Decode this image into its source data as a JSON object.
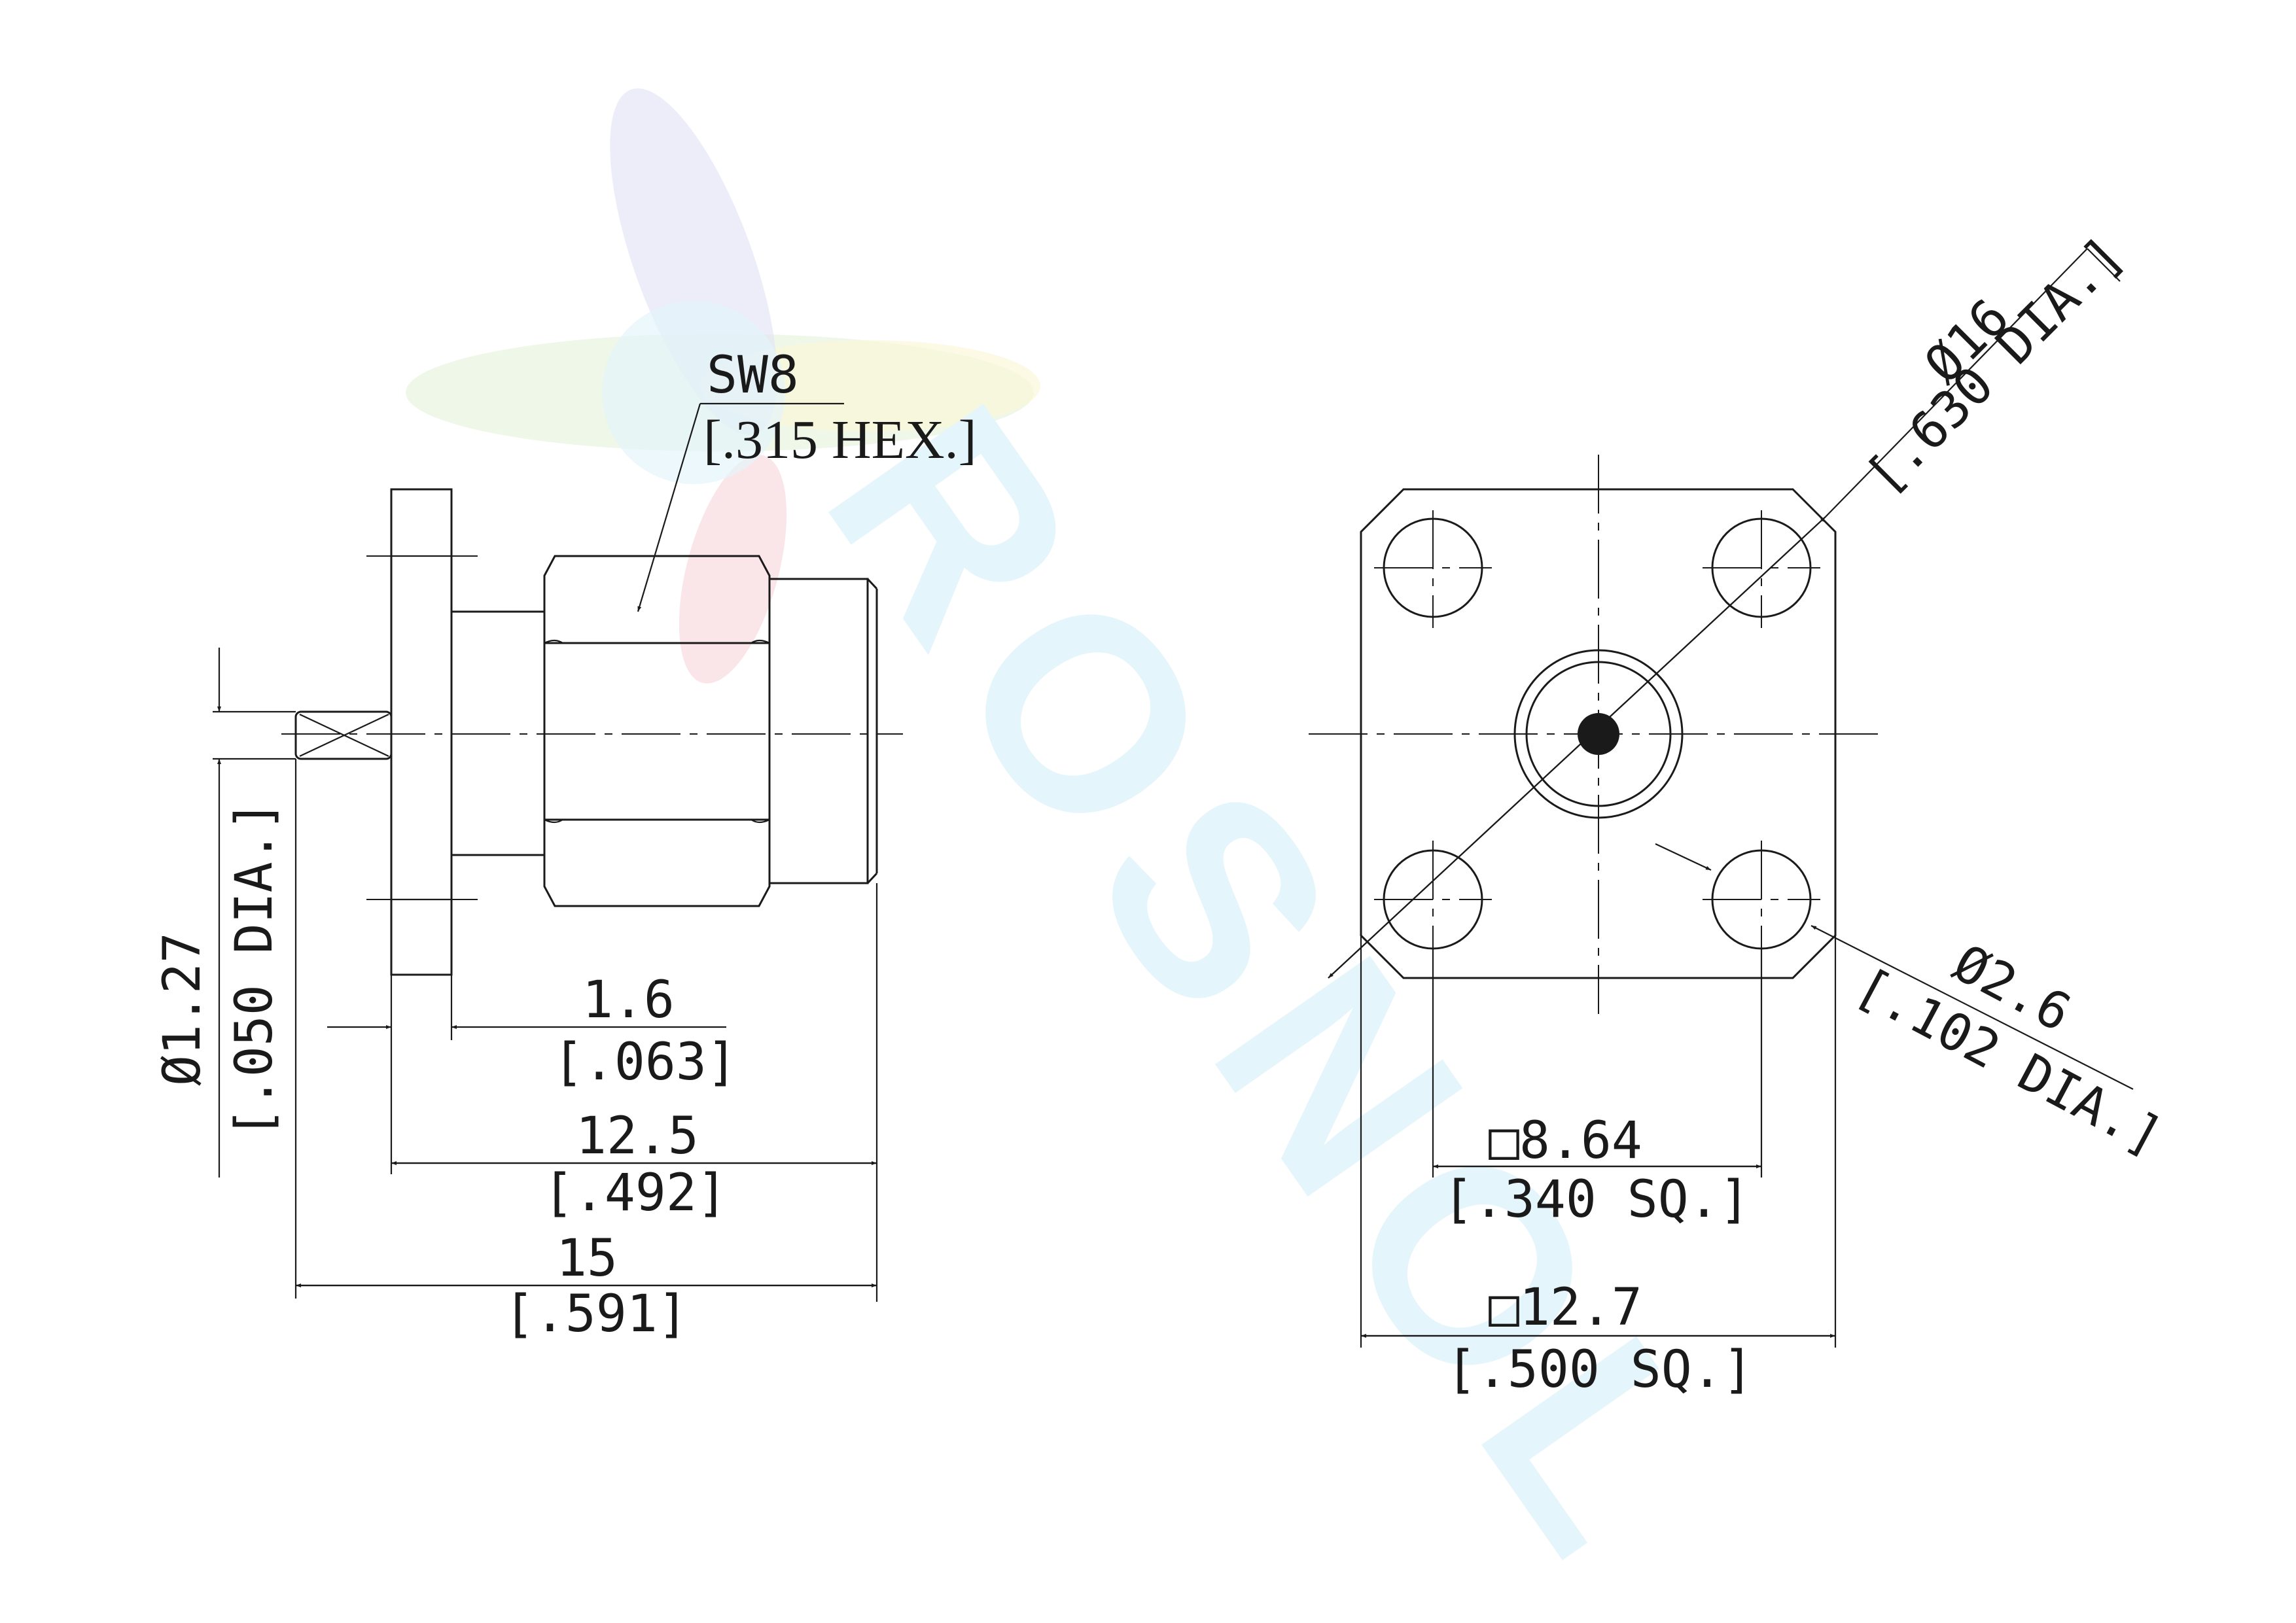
{
  "watermark": {
    "text": "ROSNOL"
  },
  "side_view": {
    "hex_label": "SW8",
    "hex_label_inch": "[.315 HEX.]",
    "flange_thickness": "1.6",
    "flange_thickness_inch": "[.063]",
    "body_length": "12.5",
    "body_length_inch": "[.492]",
    "overall_length": "15",
    "overall_length_inch": "[.591]",
    "pin_diameter": "Ø1.27",
    "pin_diameter_inch": "[.050 DIA.]"
  },
  "front_view": {
    "flange_diameter": "Ø16",
    "flange_diameter_inch": "[.630 DIA.]",
    "hole_diameter": "Ø2.6",
    "hole_diameter_inch": "[.102 DIA.]",
    "hole_spacing": "□8.64",
    "hole_spacing_inch": "[.340 SQ.]",
    "flange_size": "□12.7",
    "flange_size_inch": "[.500 SQ.]"
  },
  "colors": {
    "line": "#1a1a1a",
    "watermark_cyan": "#9fdcf0",
    "watermark_blue": "#8f9ad8",
    "watermark_red": "#e8808a",
    "watermark_green": "#9ed27a",
    "watermark_yellow": "#f2e27a"
  }
}
